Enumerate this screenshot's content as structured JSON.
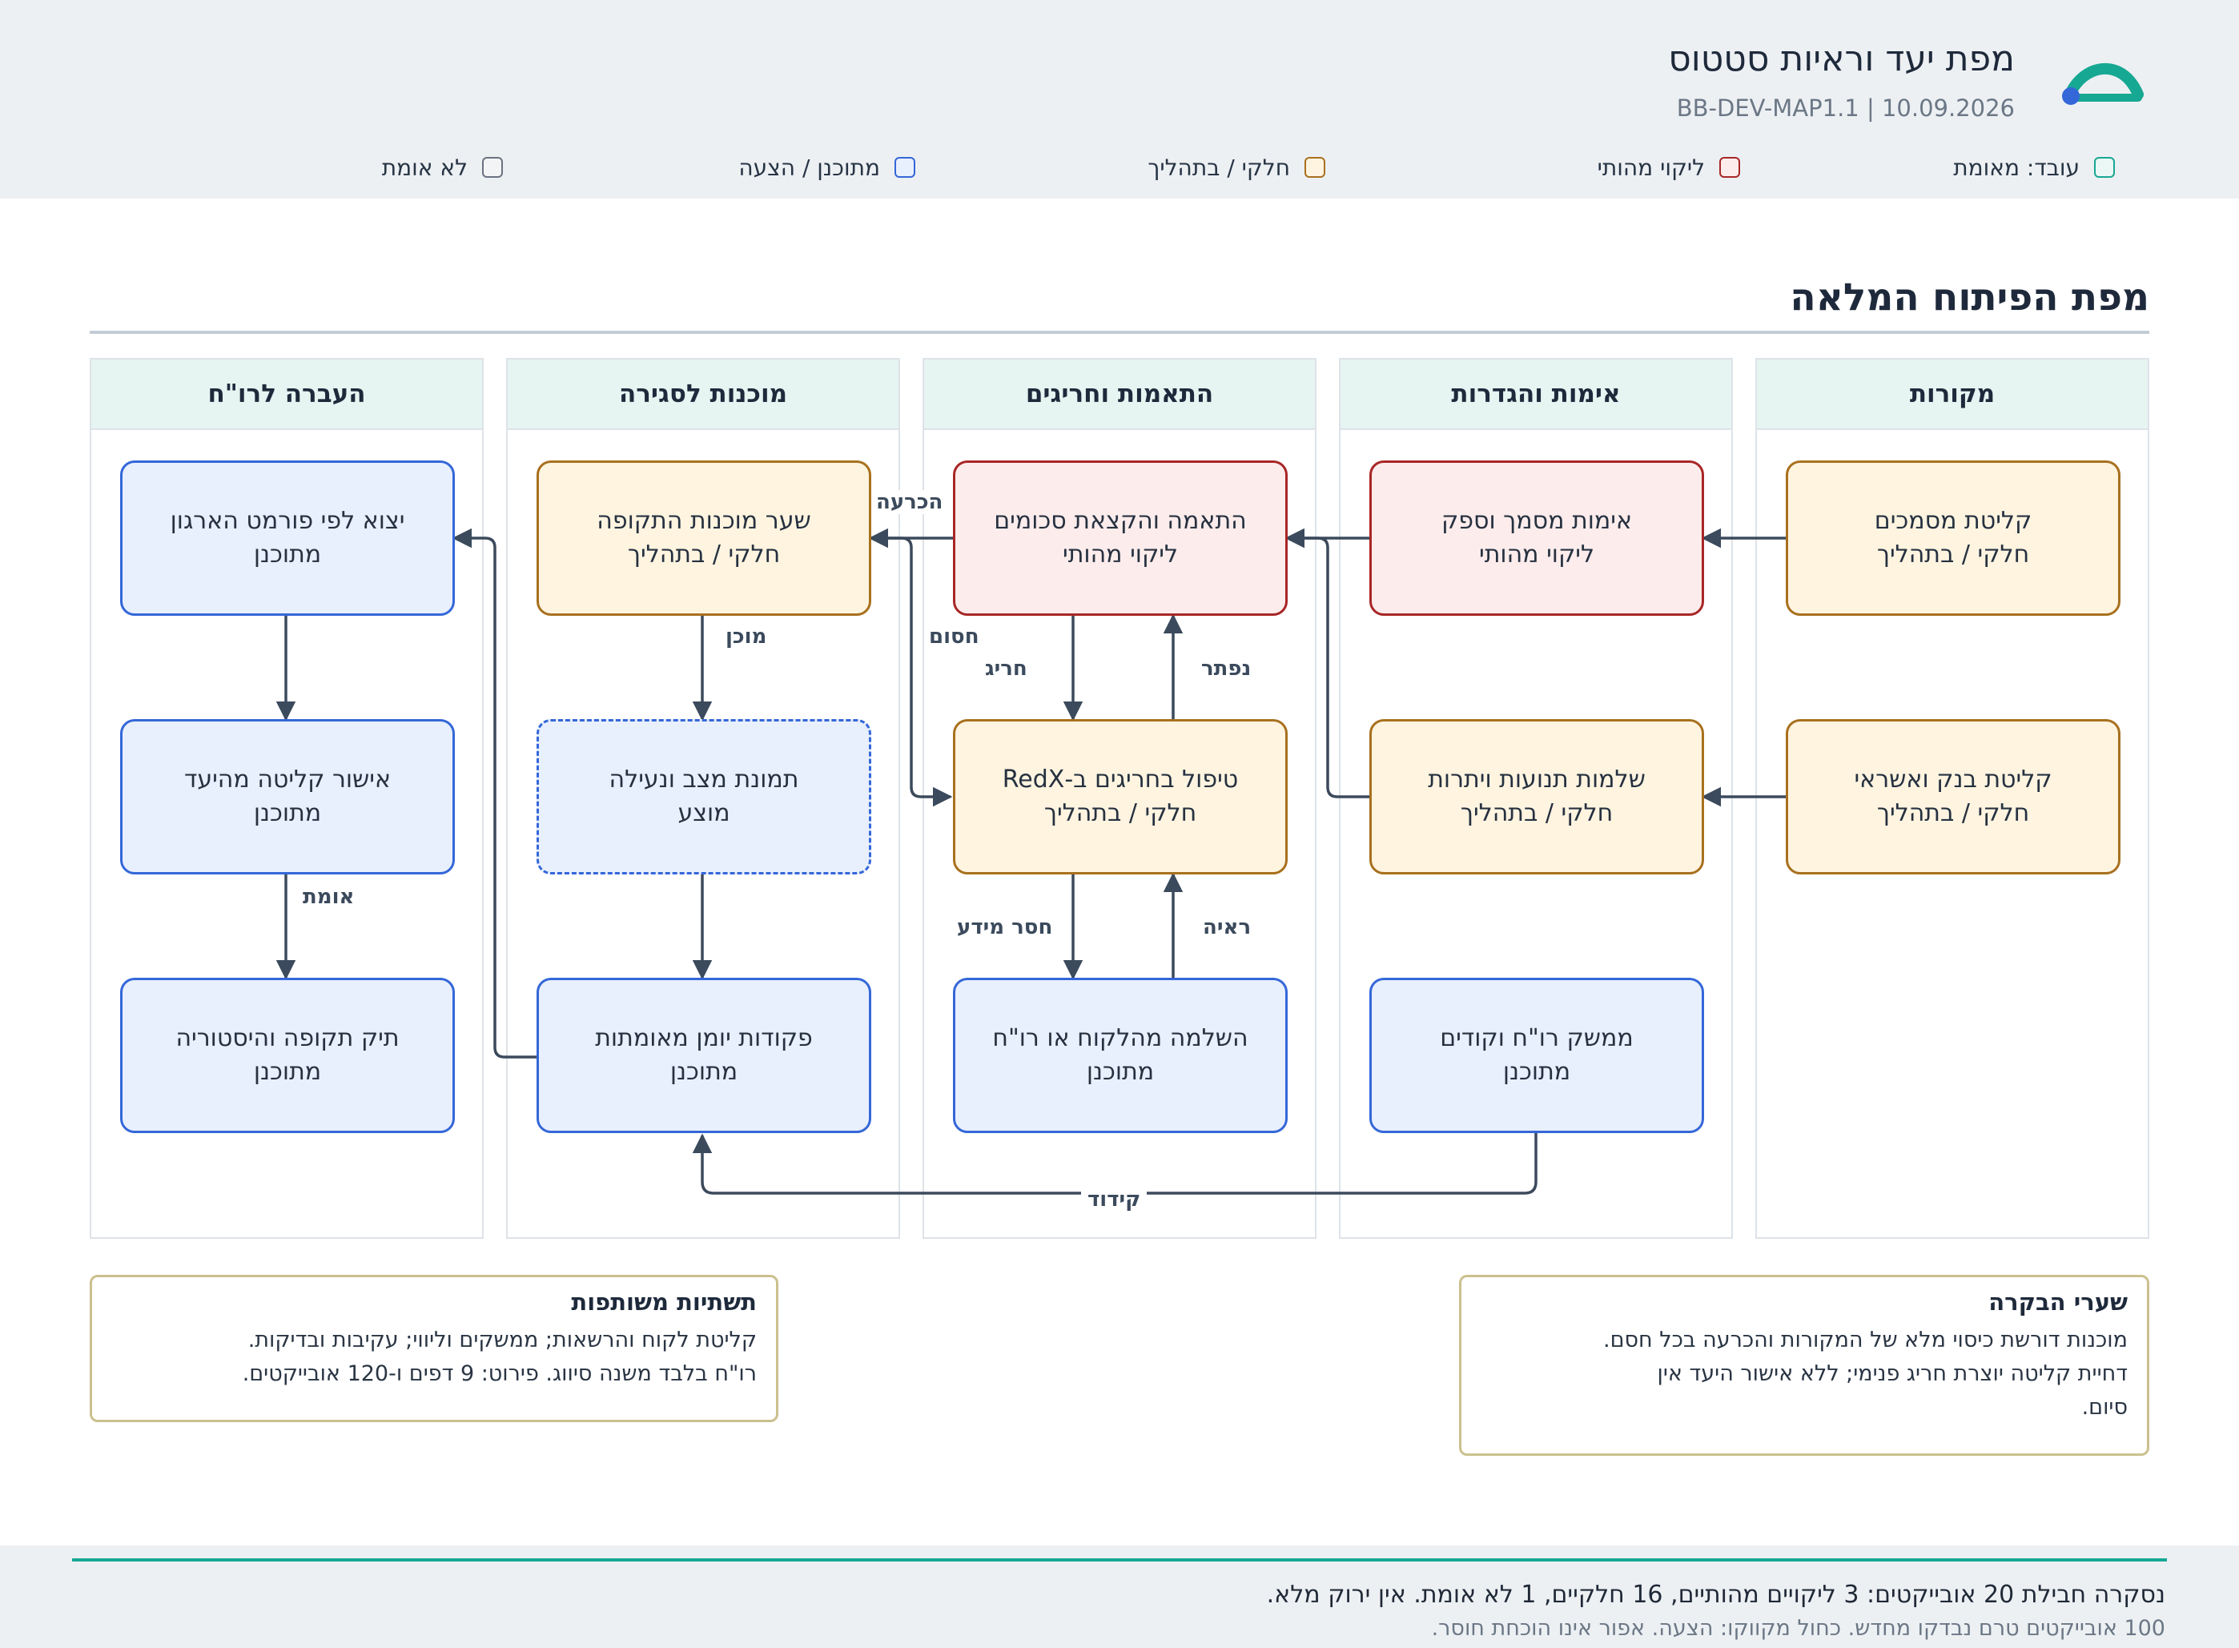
{
  "header": {
    "title": "מפת יעד וראיות סטטוס",
    "doc_code": "BB-DEV-MAP1.1 | 10.09.2026",
    "logo_icon": "bridge-arc-logo",
    "logo_colors": {
      "arc": "#17a893",
      "dot": "#3467d8"
    }
  },
  "legend": [
    {
      "label": "עובד: מאומת",
      "color": "#17a893"
    },
    {
      "label": "ליקוי מהותי",
      "color": "#a82626"
    },
    {
      "label": "חלקי / בתהליך",
      "color": "#a8701e"
    },
    {
      "label": "מתוכנן / הצעה",
      "color": "#3467d8"
    },
    {
      "label": "לא אומת",
      "color": "#6b7280"
    }
  ],
  "section_title": "מפת הפיתוח המלאה",
  "lanes": [
    "מקורות",
    "אימות והגדרות",
    "התאמות וחריגים",
    "מוכנות לסגירה",
    "העברה לרו\"ח"
  ],
  "nodes": {
    "docs_intake": {
      "title": "קליטת מסמכים",
      "status": "חלקי / בתהליך"
    },
    "bank_intake": {
      "title": "קליטת בנק ואשראי",
      "status": "חלקי / בתהליך"
    },
    "doc_verify": {
      "title": "אימות מסמך וספק",
      "status": "ליקוי מהותי"
    },
    "txn_complete": {
      "title": "שלמות תנועות ויתרות",
      "status": "חלקי / בתהליך"
    },
    "cpa_interface": {
      "title": "ממשק רו\"ח וקודים",
      "status": "מתוכנן"
    },
    "match_alloc": {
      "title": "התאמה והקצאת סכומים",
      "status": "ליקוי מהותי"
    },
    "redx_exceptions": {
      "title": "טיפול בחריגים ב-RedX",
      "status": "חלקי / בתהליך"
    },
    "client_complete": {
      "title": "השלמה מהלקוח או רו\"ח",
      "status": "מתוכנן"
    },
    "readiness_gate": {
      "title": "שער מוכנות התקופה",
      "status": "חלקי / בתהליך"
    },
    "snapshot_lock": {
      "title": "תמונת מצב ונעילה",
      "status": "מוצע"
    },
    "journal_entries": {
      "title": "פקודות יומן מאומתות",
      "status": "מתוכנן"
    },
    "org_export": {
      "title": "יצוא לפי פורמט הארגון",
      "status": "מתוכנן"
    },
    "receipt_approval": {
      "title": "אישור קליטה מהיעד",
      "status": "מתוכנן"
    },
    "period_file": {
      "title": "תיק תקופה והיסטוריה",
      "status": "מתוכנן"
    }
  },
  "edge_labels": {
    "decision": "הכרעה",
    "blocked": "חסום",
    "exception": "חריג",
    "resolved": "נפתר",
    "missing_info": "חסר מידע",
    "evidence": "ראיה",
    "ready": "מוכן",
    "verified": "אומת",
    "coding": "קידוד"
  },
  "notes": {
    "gates": {
      "title": "שערי הבקרה",
      "lines": [
        "מוכנות דורשת כיסוי מלא של המקורות והכרעה בכל חסם.",
        "דחיית קליטה יוצרת חריג פנימי; ללא אישור היעד אין",
        "סיום."
      ]
    },
    "infra": {
      "title": "תשתיות משותפות",
      "lines": [
        "קליטת לקוח והרשאות; ממשקים וליווי; עקיבות ובדיקות.",
        "רו\"ח בלבד משנה סיווג. פירוט: 9 דפים ו-120 אובייקטים."
      ]
    }
  },
  "footer": {
    "summary": "נסקרה חבילת 20 אובייקטים: 3 ליקויים מהותיים, 16 חלקיים, 1 לא אומת. אין ירוק מלא.",
    "caveat": "100 אובייקטים טרם נבדקו מחדש. כחול מקווקו: הצעה. אפור אינו הוכחת חוסר."
  }
}
